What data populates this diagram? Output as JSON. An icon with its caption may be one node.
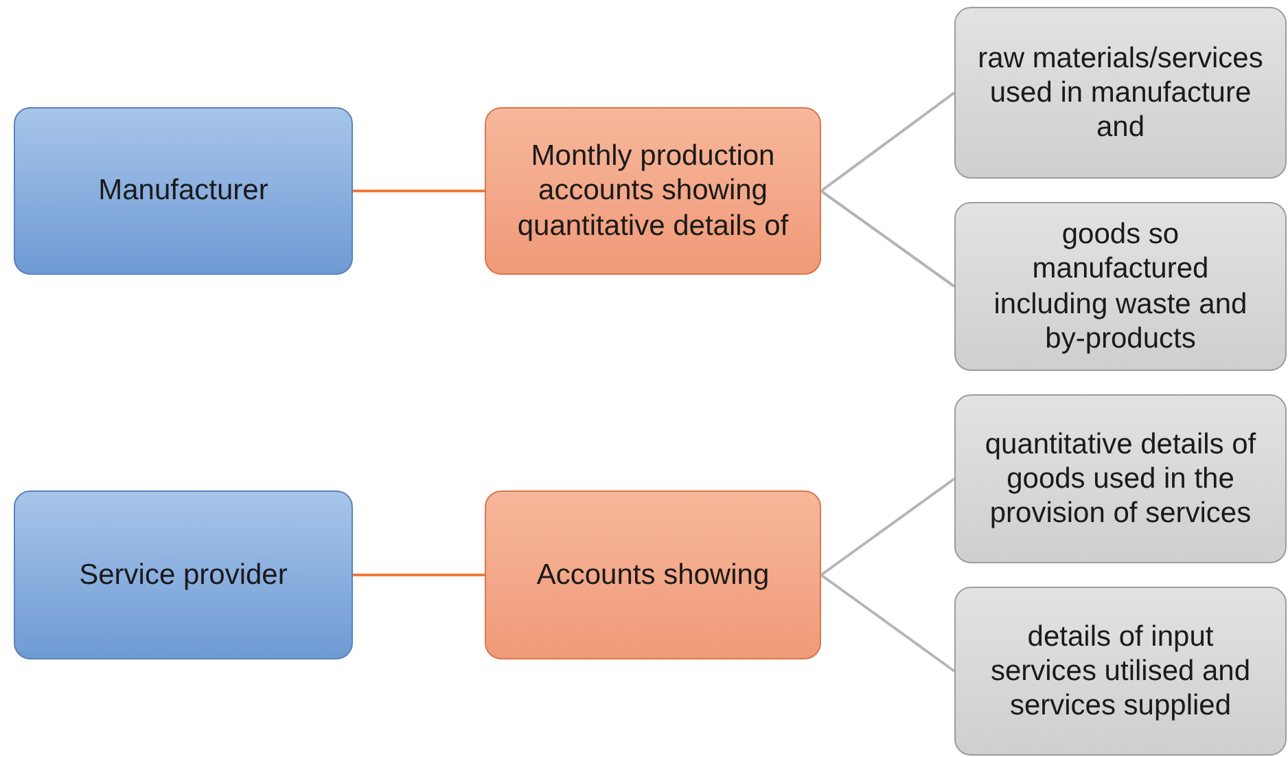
{
  "diagram": {
    "nodes": [
      {
        "text": [
          "Manufacturer"
        ]
      },
      {
        "text": [
          "Monthly production accounts showing quantitative details of"
        ]
      },
      {
        "text": [
          "raw materials/services used in manufacture and"
        ]
      },
      {
        "text": [
          "goods so manufactured including waste and by-products"
        ]
      },
      {
        "text": [
          "Service provider"
        ]
      },
      {
        "text": [
          "Accounts showing"
        ]
      },
      {
        "text": [
          "quantitative details of goods used in the provision of services"
        ]
      },
      {
        "text": [
          "details of input services utilised and services supplied"
        ]
      }
    ],
    "edges": [
      {
        "from": 0,
        "to": 1,
        "arrow": "none",
        "color": "#f07a3a"
      },
      {
        "from": 1,
        "to": 2,
        "arrow": "none"
      },
      {
        "from": 1,
        "to": 3,
        "arrow": "none"
      },
      {
        "from": 4,
        "to": 5,
        "arrow": "none",
        "color": "#f07a3a"
      },
      {
        "from": 5,
        "to": 6,
        "arrow": "none"
      },
      {
        "from": 5,
        "to": 7,
        "arrow": "none"
      }
    ]
  }
}
